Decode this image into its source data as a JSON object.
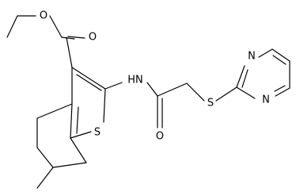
{
  "atoms": {
    "O_carbonyl_ester": "O",
    "O_ester": "O",
    "N_amide": "HN",
    "S_thioether": "S",
    "N_pyr1": "N",
    "N_pyr2": "N",
    "S_thiophene": "S",
    "O_amide": "O"
  },
  "colors": {
    "bond": "#000000",
    "label": "#000000",
    "background": "#ffffff"
  }
}
